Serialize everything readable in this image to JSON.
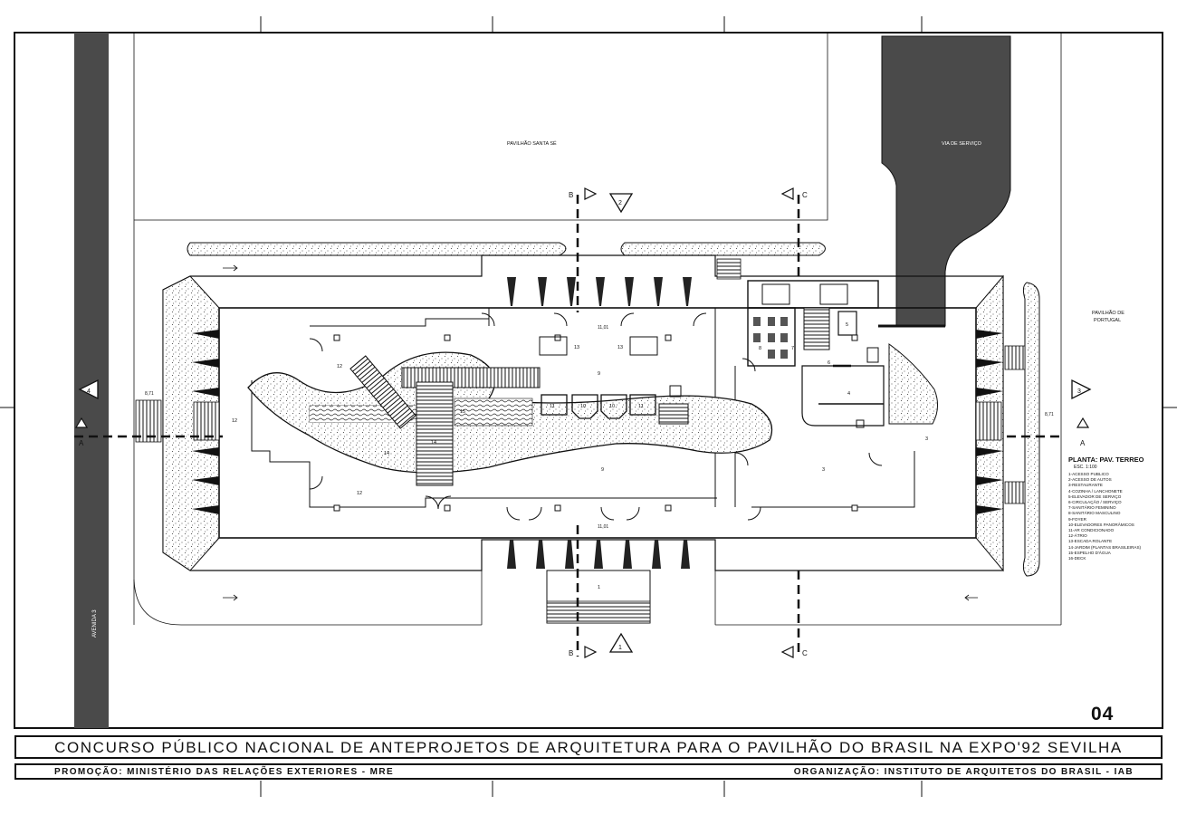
{
  "drawing": {
    "sheet_number": "04",
    "title": "CONCURSO PÚBLICO NACIONAL DE ANTEPROJETOS DE ARQUITETURA PARA O PAVILHÃO DO BRASIL NA EXPO'92 SEVILHA",
    "footer_left": "PROMOÇÃO: MINISTÉRIO DAS RELAÇÕES EXTERIORES - MRE",
    "footer_right": "ORGANIZAÇÃO: INSTITUTO DE ARQUITETOS DO BRASIL - IAB"
  },
  "site_labels": {
    "pavilhao_santa_se": "PAVILHÃO SANTA SÉ",
    "via_de_servico": "VIA DE SERVIÇO",
    "pavilhao_portugal_1": "PAVILHÃO DE",
    "pavilhao_portugal_2": "PORTUGAL",
    "avenida": "AVENIDA 3"
  },
  "section_markers": {
    "b_top": "B",
    "b_bottom": "B",
    "c_top": "C",
    "c_bottom": "C",
    "a_left": "A",
    "a_right": "A",
    "view_1": "1",
    "view_2": "2",
    "view_3": "3",
    "view_4": "4"
  },
  "levels": {
    "top": "11,01",
    "bottom": "11,01",
    "left": "8,71",
    "right": "8,71"
  },
  "room_numbers": {
    "r12a": "12",
    "r12b": "12",
    "r12c": "12",
    "r9a": "9",
    "r9b": "9",
    "r3a": "3",
    "r3b": "3",
    "r4": "4",
    "r1": "1",
    "r5": "5",
    "r6": "6",
    "r7": "7",
    "r8": "8",
    "r10a": "10",
    "r10b": "10",
    "r11a": "11",
    "r11b": "11",
    "r13a": "13",
    "r13b": "13",
    "r14a": "14",
    "r14b": "14",
    "r15": "15"
  },
  "legend": {
    "title": "PLANTA: PAV. TERREO",
    "scale": "ESC. 1:100",
    "items": [
      "1-ACESSO PUBLICO",
      "2-ACESSO DE AUTOS",
      "3-RESTAURANTE",
      "4-COZINHA / LANCHONETE",
      "5-ELEVADOR DE SERVIÇO",
      "6-CIRCULAÇÃO / SERVIÇO",
      "7-SANITÁRIO FEMININO",
      "8-SANITÁRIO MASCULINO",
      "9-FOYER",
      "10-ELEVADORES PANORÂMICOS",
      "11-AR CONDICIONADO",
      "12-ÁTRIO",
      "13-ESCADA ROLANTE",
      "14-JARDIM (PLANTAS BRASILEIRAS)",
      "15-ESPELHO D'ÁGUA",
      "16-DECK"
    ]
  },
  "colors": {
    "ink": "#111111",
    "road_fill": "#4a4a4a",
    "paper": "#ffffff"
  }
}
